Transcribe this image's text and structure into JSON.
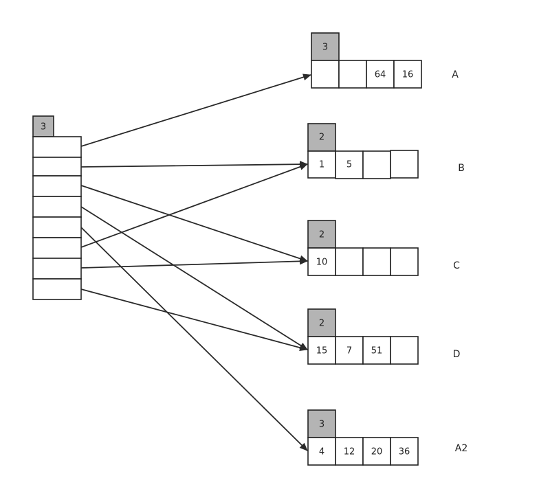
{
  "directory": {
    "global_depth": "3",
    "entry_count": 8
  },
  "buckets": [
    {
      "id": "A",
      "label": "A",
      "local_depth": "3",
      "cells": [
        "",
        "",
        "64",
        "16"
      ]
    },
    {
      "id": "B",
      "label": "B",
      "local_depth": "2",
      "cells": [
        "1",
        "5",
        "",
        ""
      ]
    },
    {
      "id": "C",
      "label": "C",
      "local_depth": "2",
      "cells": [
        "10",
        "",
        "",
        ""
      ]
    },
    {
      "id": "D",
      "label": "D",
      "local_depth": "2",
      "cells": [
        "15",
        "7",
        "51",
        ""
      ]
    },
    {
      "id": "A2",
      "label": "A2",
      "local_depth": "3",
      "cells": [
        "4",
        "12",
        "20",
        "36"
      ]
    }
  ],
  "pointers": [
    {
      "from_entry": 0,
      "to_bucket": "A"
    },
    {
      "from_entry": 1,
      "to_bucket": "B"
    },
    {
      "from_entry": 2,
      "to_bucket": "C"
    },
    {
      "from_entry": 3,
      "to_bucket": "D"
    },
    {
      "from_entry": 4,
      "to_bucket": "A2"
    },
    {
      "from_entry": 5,
      "to_bucket": "B"
    },
    {
      "from_entry": 6,
      "to_bucket": "C"
    },
    {
      "from_entry": 7,
      "to_bucket": "D"
    }
  ],
  "colors": {
    "depth_fill": "#b4b4b4",
    "stroke": "#222222",
    "background": "#ffffff"
  }
}
